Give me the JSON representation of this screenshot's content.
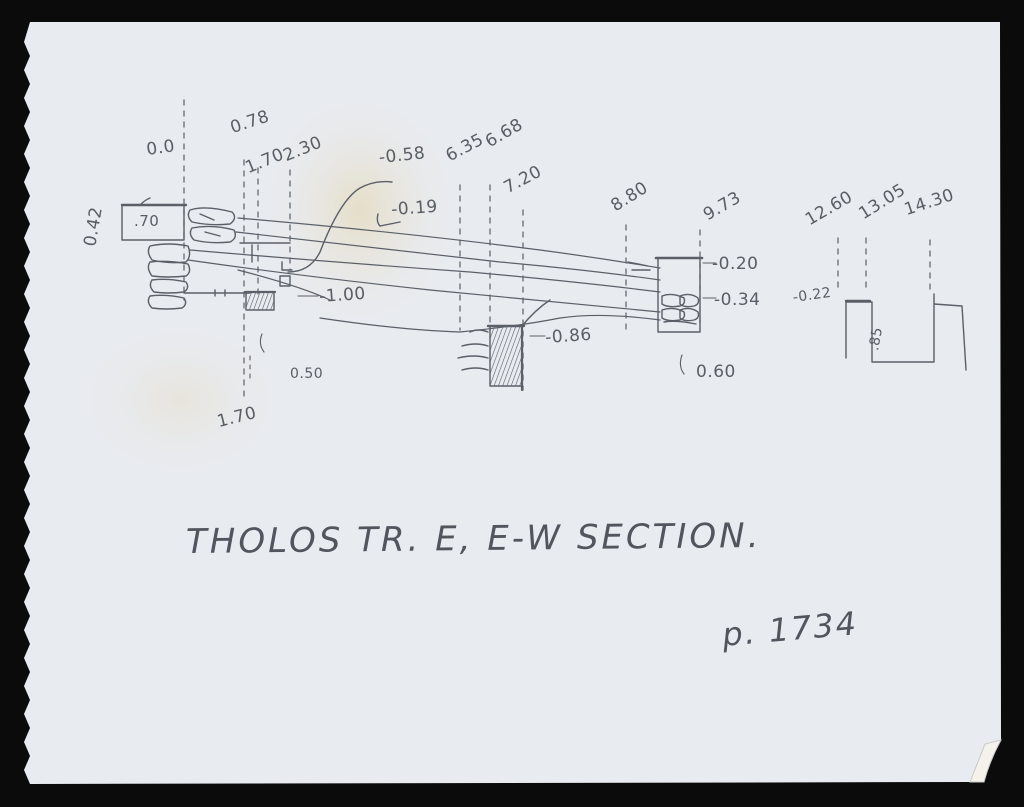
{
  "title": "THOLOS TR. E, E-W SECTION.",
  "page_ref": "p. 1734",
  "colors": {
    "paper": "#e9ecf1",
    "pencil": "#5a5f68",
    "background": "#0b0b0b"
  },
  "labels": {
    "l_0_42": "0.42",
    "l_70": ".70",
    "l_0_0": "0.0",
    "l_0_78": "0.78",
    "l_1_70_top": "1.70",
    "l_2_30": "2.30",
    "l_neg_0_58": "-0.58",
    "l_6_35": "6.35",
    "l_6_68": "6.68",
    "l_neg_0_19": "-0.19",
    "l_7_20": "7.20",
    "l_8_80": "8.80",
    "l_9_73": "9.73",
    "l_12_60": "12.60",
    "l_13_05": "13.05",
    "l_14_30": "14.30",
    "l_neg_0_20": "-0.20",
    "l_neg_0_34": "-0.34",
    "l_neg_0_22": "-0.22",
    "l_85": ".85",
    "l_neg_1_00": "-1.00",
    "l_neg_0_86": "-0.86",
    "l_0_50": "0.50",
    "l_1_70_bottom": "1.70",
    "l_0_60": "0.60"
  }
}
